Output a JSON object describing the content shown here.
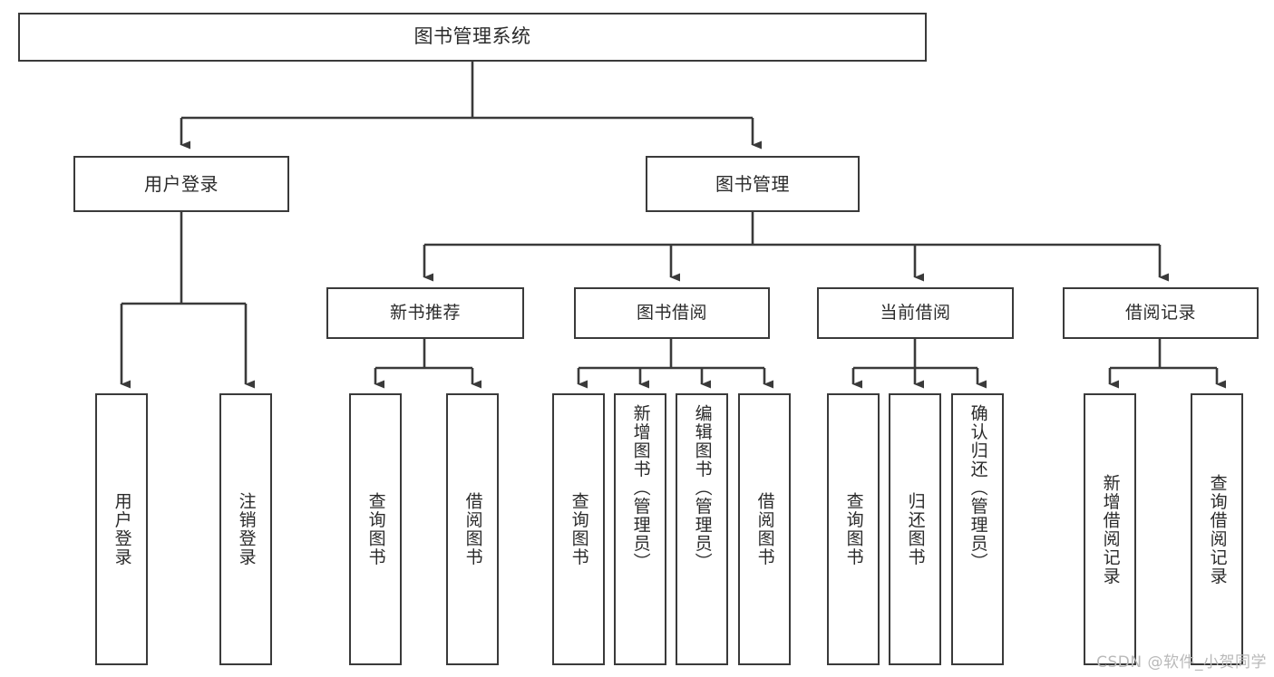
{
  "diagram": {
    "title": "图书管理系统",
    "type": "tree-hierarchy",
    "orientation": "top-down",
    "watermark": "CSDN @软件_小贺同学",
    "colors": {
      "box_border": "#3a3a3a",
      "box_fill": "#ffffff",
      "edge": "#3a3a3a",
      "text": "#2b2b2b",
      "watermark": "#b9b9b9",
      "background": "#ffffff"
    }
  },
  "nodes": {
    "root": {
      "label": "图书管理系统"
    },
    "level2": [
      {
        "label": "用户登录"
      },
      {
        "label": "图书管理"
      }
    ],
    "level3": [
      {
        "label": "新书推荐"
      },
      {
        "label": "图书借阅"
      },
      {
        "label": "当前借阅"
      },
      {
        "label": "借阅记录"
      }
    ],
    "leaves": {
      "user_login": [
        {
          "label": "用户登录"
        },
        {
          "label": "注销登录"
        }
      ],
      "new_book_recommend": [
        {
          "label": "查询图书"
        },
        {
          "label": "借阅图书"
        }
      ],
      "book_borrow": [
        {
          "label": "查询图书"
        },
        {
          "label": "新增图书（管理员）"
        },
        {
          "label": "编辑图书（管理员）"
        },
        {
          "label": "借阅图书"
        }
      ],
      "current_borrow": [
        {
          "label": "查询图书"
        },
        {
          "label": "归还图书"
        },
        {
          "label": "确认归还（管理员）"
        }
      ],
      "borrow_record": [
        {
          "label": "新增借阅记录"
        },
        {
          "label": "查询借阅记录"
        }
      ]
    }
  }
}
